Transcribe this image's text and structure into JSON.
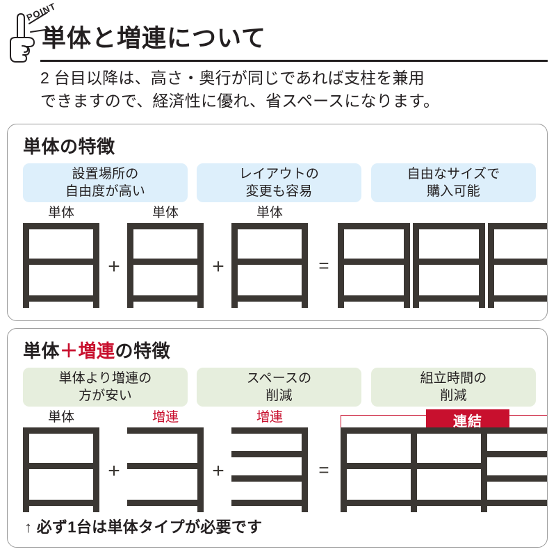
{
  "header": {
    "badge": "POINT",
    "icon": "pointing-hand-icon",
    "title": "単体と増連について",
    "lead_line1": "2 台目以降は、高さ・奥行が同じであれば支柱を兼用",
    "lead_line2": "できますので、経済性に優れ、省スペースになります。"
  },
  "colors": {
    "accent_red": "#c8102e",
    "ink": "#231f20",
    "rack": "#3b3733",
    "pill_blue": "#ddeffb",
    "pill_green": "#e6eedd",
    "panel_border": "#9a9a9a"
  },
  "sections": [
    {
      "id": "single",
      "title": "単体の特徴",
      "title_plain": "単体の特徴",
      "pills": [
        {
          "line1": "設置場所の",
          "line2": "自由度が高い"
        },
        {
          "line1": "レイアウトの",
          "line2": "変更も容易"
        },
        {
          "line1": "自由なサイズで",
          "line2": "購入可能"
        }
      ],
      "equation": {
        "operands": [
          {
            "label": "単体",
            "label_color": "ink"
          },
          {
            "label": "単体",
            "label_color": "ink"
          },
          {
            "label": "単体",
            "label_color": "ink"
          }
        ],
        "plus": "+",
        "equals": "=",
        "result_units": 3
      },
      "footnote": ""
    },
    {
      "id": "combo",
      "title_part1": "単体",
      "title_plus": "＋",
      "title_part2": "増連",
      "title_part3": "の特徴",
      "pills": [
        {
          "line1": "単体より増連の",
          "line2": "方が安い"
        },
        {
          "line1": "スペースの",
          "line2": "削減"
        },
        {
          "line1": "組立時間の",
          "line2": "削減"
        }
      ],
      "equation": {
        "operands": [
          {
            "label": "単体",
            "label_color": "ink"
          },
          {
            "label": "増連",
            "label_color": "red"
          },
          {
            "label": "増連",
            "label_color": "red"
          }
        ],
        "plus": "+",
        "equals": "=",
        "result_badge": "連結"
      },
      "footnote": "↑ 必ず1台は単体タイプが必要です"
    }
  ]
}
